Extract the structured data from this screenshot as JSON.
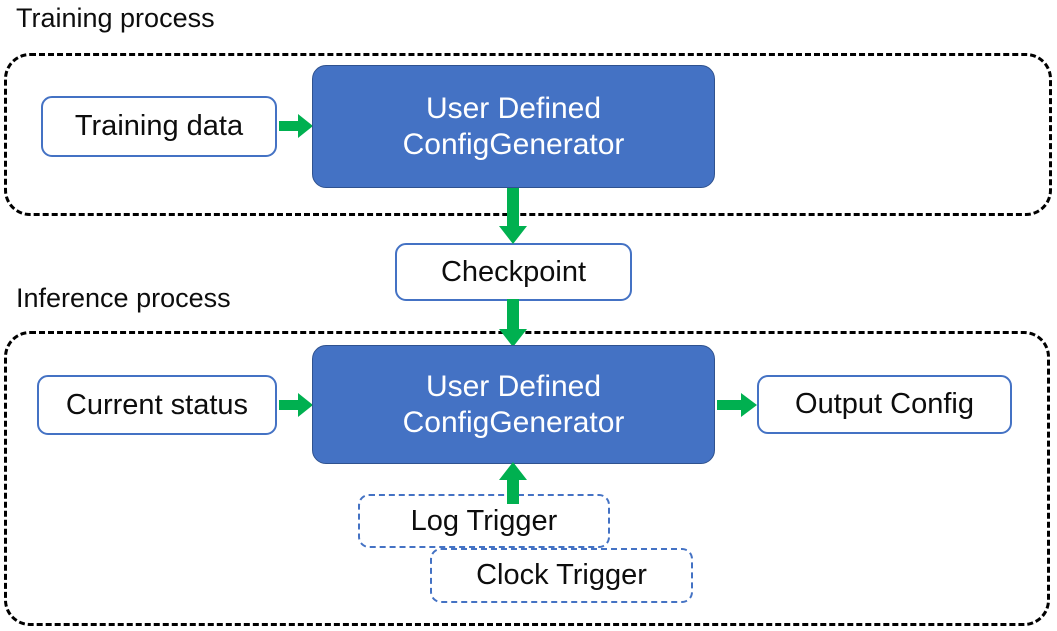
{
  "diagram": {
    "title_training": "Training process",
    "title_inference": "Inference process",
    "colors": {
      "process_fill": "#4472C4",
      "process_border": "#2F528F",
      "box_border": "#4472C4",
      "arrow_green": "#00B050",
      "group_border": "#000000",
      "text_dark": "#0D0D0D",
      "text_light": "#FFFFFF"
    }
  },
  "training": {
    "group_label": "Training process",
    "input_box": "Training data",
    "process_line1": "User Defined",
    "process_line2": "ConfigGenerator"
  },
  "checkpoint": {
    "label": "Checkpoint"
  },
  "inference": {
    "group_label": "Inference process",
    "input_box": "Current status",
    "process_line1": "User Defined",
    "process_line2": "ConfigGenerator",
    "output_box": "Output Config",
    "trigger_log": "Log Trigger",
    "trigger_clock": "Clock Trigger"
  },
  "edges": [
    {
      "from": "Training data",
      "to": "User Defined ConfigGenerator",
      "direction": "right"
    },
    {
      "from": "User Defined ConfigGenerator",
      "to": "Checkpoint",
      "direction": "down"
    },
    {
      "from": "Checkpoint",
      "to": "User Defined ConfigGenerator",
      "direction": "down"
    },
    {
      "from": "Current status",
      "to": "User Defined ConfigGenerator",
      "direction": "right"
    },
    {
      "from": "User Defined ConfigGenerator",
      "to": "Output Config",
      "direction": "right"
    },
    {
      "from": "Log Trigger",
      "to": "User Defined ConfigGenerator",
      "direction": "up"
    }
  ]
}
